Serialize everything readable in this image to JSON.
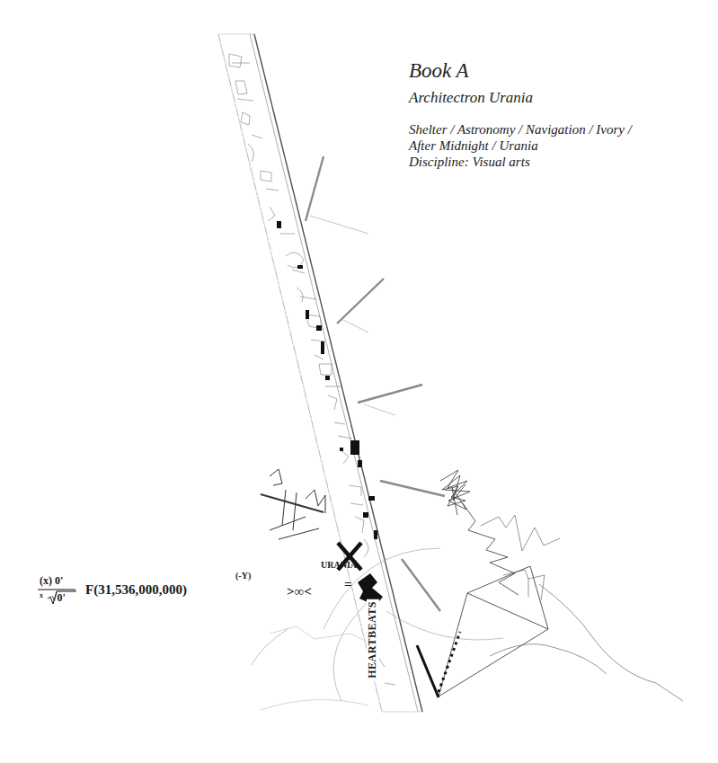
{
  "diagram": {
    "title": "Book A",
    "labels": [
      "Architectron Urania",
      "Shelter / Astronomy / Navigation / Ivory /",
      "After Midnight / Urania",
      "Discipline: Visual arts",
      "(x) 0'",
      "x",
      "√0'",
      "F(31,536,000,000)",
      "(-Y)",
      ">∞<",
      "URANIA",
      "=",
      "HEARTBEATS"
    ]
  }
}
